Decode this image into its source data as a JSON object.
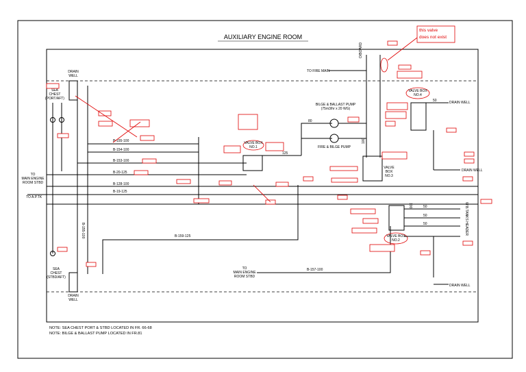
{
  "title": "AUXILIARY ENGINE ROOM",
  "callout": {
    "line1": "this valve",
    "line2": "does not exist"
  },
  "labels": {
    "drain_well_top": [
      "DRAIN",
      "WELL"
    ],
    "drain_well_bottom": [
      "DRAIN",
      "WELL"
    ],
    "sea_chest_port": [
      "SEA",
      "CHEST",
      "(PORT/AFT)"
    ],
    "sea_chest_stbd": [
      "SEA",
      "CHEST",
      "(STBD/AFT)"
    ],
    "to_fire_main": "TO FIRE MAIN",
    "bilge_pump": [
      "BILGE & BALLAST PUMP",
      "(75m3/hr x 20 WG)"
    ],
    "fire_bilge_pump": "FIRE & BILGE PUMP",
    "to_main_engine_room_left": [
      "TO",
      "MAIN ENGINE",
      "ROOM STBD"
    ],
    "to_ap_tk": "TO A.P.TK",
    "to_main_engine_room_bottom": [
      "TO",
      "MAIN ENGINE",
      "ROOM STBD"
    ],
    "valve_box_1": [
      "VALVE BOX",
      "NO.1"
    ],
    "valve_box_2": [
      "VALVE BOX",
      "NO.2"
    ],
    "valve_box_3": [
      "VALVE",
      "BOX",
      "NO.3"
    ],
    "valve_box_4": [
      "VALVE BOX",
      "NO.4"
    ],
    "drain_well_r1": "DRAIN  WELL",
    "drain_well_r2": "DRAIN  WELL",
    "drain_well_r3": "DRAIN  WELL",
    "ws_tanks_header": "W.B.TANKS HEADER",
    "overboard": "O/BOARD",
    "pipes": {
      "b155": "B-155-100",
      "b154": "B-154-100",
      "b153": "B-153-100",
      "b20": "B-20-125",
      "b128": "B-128-100",
      "b19": "B-19-125",
      "b159": "B-159-125",
      "b157": "B-157-100",
      "b155v": "B-155-100"
    },
    "sizes": {
      "s80": "80",
      "s125": "125",
      "s100a": "100",
      "s100b": "100",
      "s50a": "50",
      "s50b": "50",
      "s50c": "50",
      "s50d": "50"
    }
  },
  "notes": [
    "NOTE: SEA CHEST PORT & STBD LOCATED IN FR. 66-68",
    "NOTE: BILGE & BALLAST PUMP LOCATED IN FR.81"
  ]
}
